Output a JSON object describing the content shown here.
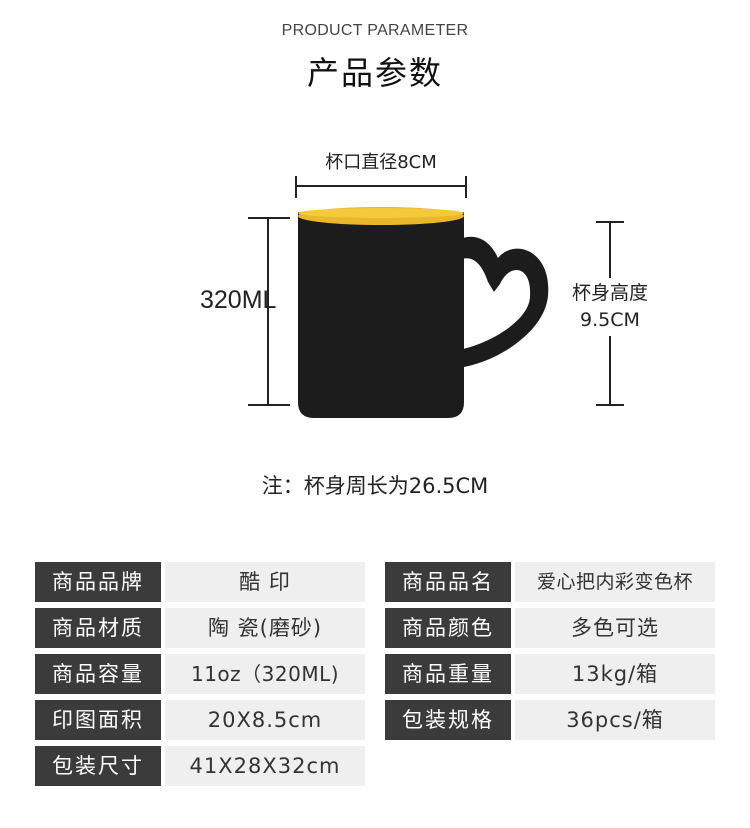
{
  "header": {
    "subtitle": "PRODUCT PARAMETER",
    "title": "产品参数"
  },
  "dimensions": {
    "diameter": "杯口直径8CM",
    "capacity": "320ML",
    "height_label": "杯身高度",
    "height_value": "9.5CM"
  },
  "note": "注：杯身周长为26.5CM",
  "colors": {
    "mug_body": "#1c1c1c",
    "mug_interior": "#e8b72a",
    "label_bg": "#3b3b3b",
    "value_bg": "#efefef"
  },
  "params": {
    "brand_label": "商品品牌",
    "brand_value": "酷 印",
    "name_label": "商品品名",
    "name_value": "爱心把内彩变色杯",
    "material_label": "商品材质",
    "material_value": "陶 瓷(磨砂)",
    "color_label": "商品颜色",
    "color_value": "多色可选",
    "capacity_label": "商品容量",
    "capacity_value": "11oz（320ML)",
    "weight_label": "商品重量",
    "weight_value": "13kg/箱",
    "print_label": "印图面积",
    "print_value": "20X8.5cm",
    "packing_label": "包装规格",
    "packing_value": "36pcs/箱",
    "box_label": "包装尺寸",
    "box_value": "41X28X32cm"
  }
}
